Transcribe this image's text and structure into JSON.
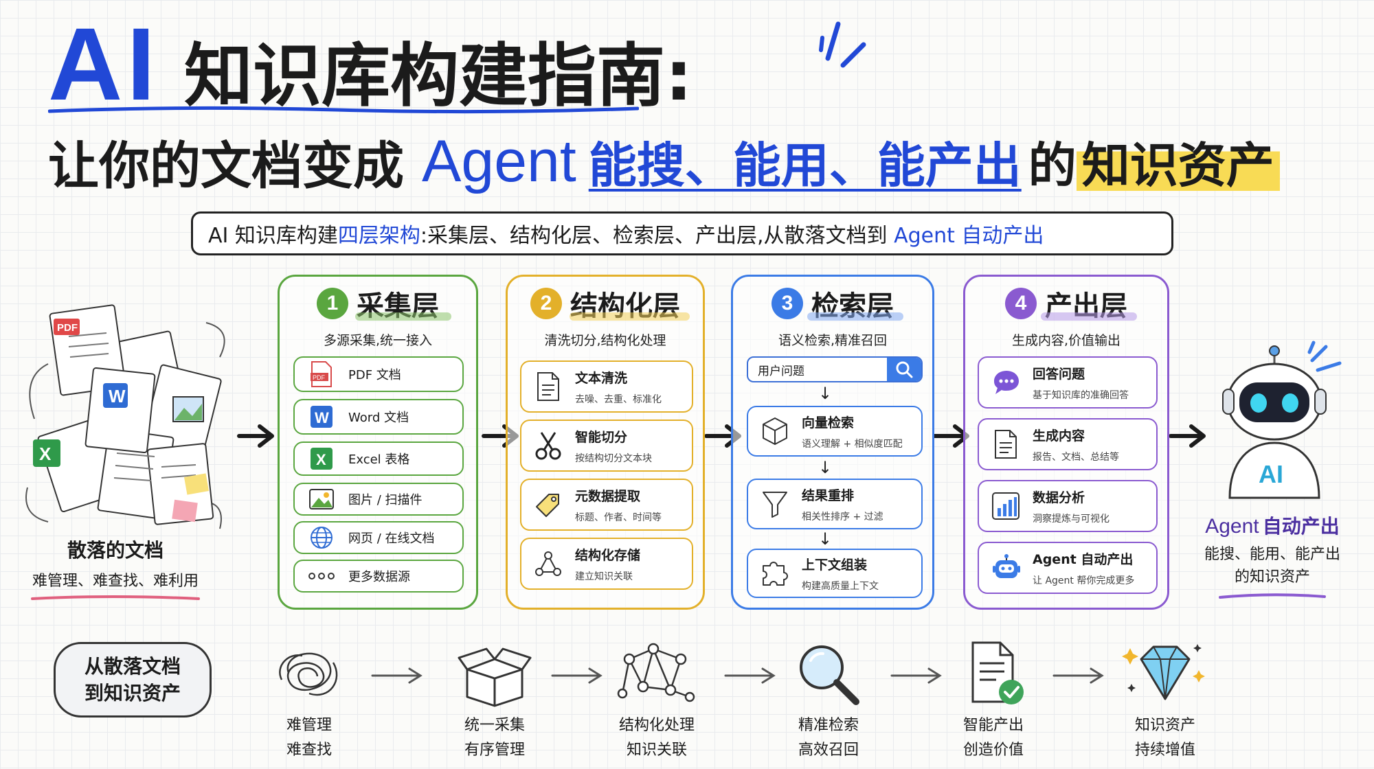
{
  "title": {
    "ai": "AI",
    "main": "知识库构建指南:",
    "line2_prefix": "让你的文档变成",
    "line2_agent": "Agent",
    "line2_abilities": "能搜、能用、能产出",
    "line2_de": "的",
    "line2_asset": "知识资产"
  },
  "banner": {
    "prefix": "AI 知识库构建",
    "highlight": "四层架构",
    "middle": ":采集层、结构化层、检索层、产出层,从散落文档到 ",
    "agent_text": "Agent 自动产出"
  },
  "documents": {
    "pdf_label": "PDF",
    "word_label": "W",
    "excel_label": "X",
    "caption_title": "散落的文档",
    "caption_sub": "难管理、难查找、难利用"
  },
  "layers": [
    {
      "num": "1",
      "title": "采集层",
      "subtitle": "多源采集,统一接入",
      "color": "#5aa63f",
      "items": [
        {
          "icon": "pdf-icon",
          "label": "PDF 文档"
        },
        {
          "icon": "word-icon",
          "label": "Word 文档"
        },
        {
          "icon": "excel-icon",
          "label": "Excel 表格"
        },
        {
          "icon": "image-icon",
          "label": "图片 / 扫描件"
        },
        {
          "icon": "globe-icon",
          "label": "网页 / 在线文档"
        },
        {
          "icon": "more-icon",
          "label": "更多数据源"
        }
      ]
    },
    {
      "num": "2",
      "title": "结构化层",
      "subtitle": "清洗切分,结构化处理",
      "color": "#e3b02a",
      "items": [
        {
          "icon": "document-icon",
          "label": "文本清洗",
          "desc": "去噪、去重、标准化"
        },
        {
          "icon": "scissors-icon",
          "label": "智能切分",
          "desc": "按结构切分文本块"
        },
        {
          "icon": "tag-icon",
          "label": "元数据提取",
          "desc": "标题、作者、时间等"
        },
        {
          "icon": "graph-icon",
          "label": "结构化存储",
          "desc": "建立知识关联"
        }
      ]
    },
    {
      "num": "3",
      "title": "检索层",
      "subtitle": "语义检索,精准召回",
      "color": "#3b7be6",
      "search_placeholder": "用户问题",
      "items": [
        {
          "icon": "cube-icon",
          "label": "向量检索",
          "desc": "语义理解 + 相似度匹配"
        },
        {
          "icon": "filter-icon",
          "label": "结果重排",
          "desc": "相关性排序 + 过滤"
        },
        {
          "icon": "puzzle-icon",
          "label": "上下文组装",
          "desc": "构建高质量上下文"
        }
      ]
    },
    {
      "num": "4",
      "title": "产出层",
      "subtitle": "生成内容,价值输出",
      "color": "#8a5ad0",
      "items": [
        {
          "icon": "chat-bubble-icon",
          "label": "回答问题",
          "desc": "基于知识库的准确回答"
        },
        {
          "icon": "document-icon",
          "label": "生成内容",
          "desc": "报告、文档、总结等"
        },
        {
          "icon": "bar-chart-icon",
          "label": "数据分析",
          "desc": "洞察提炼与可视化"
        },
        {
          "icon": "robot-icon",
          "label": "Agent 自动产出",
          "desc": "让 Agent 帮你完成更多"
        }
      ]
    }
  ],
  "agent": {
    "robot_label": "AI",
    "caption_title_en": "Agent",
    "caption_title_cn": "自动产出",
    "caption_line1": "能搜、能用、能产出",
    "caption_line2": "的知识资产"
  },
  "flow": {
    "box_line1": "从散落文档",
    "box_line2": "到知识资产",
    "steps": [
      {
        "icon": "tangle-icon",
        "l1": "难管理",
        "l2": "难查找"
      },
      {
        "icon": "box-icon",
        "l1": "统一采集",
        "l2": "有序管理"
      },
      {
        "icon": "network-icon",
        "l1": "结构化处理",
        "l2": "知识关联"
      },
      {
        "icon": "magnifier-icon",
        "l1": "精准检索",
        "l2": "高效召回"
      },
      {
        "icon": "doc-check-icon",
        "l1": "智能产出",
        "l2": "创造价值"
      },
      {
        "icon": "diamond-icon",
        "l1": "知识资产",
        "l2": "持续增值"
      }
    ]
  }
}
